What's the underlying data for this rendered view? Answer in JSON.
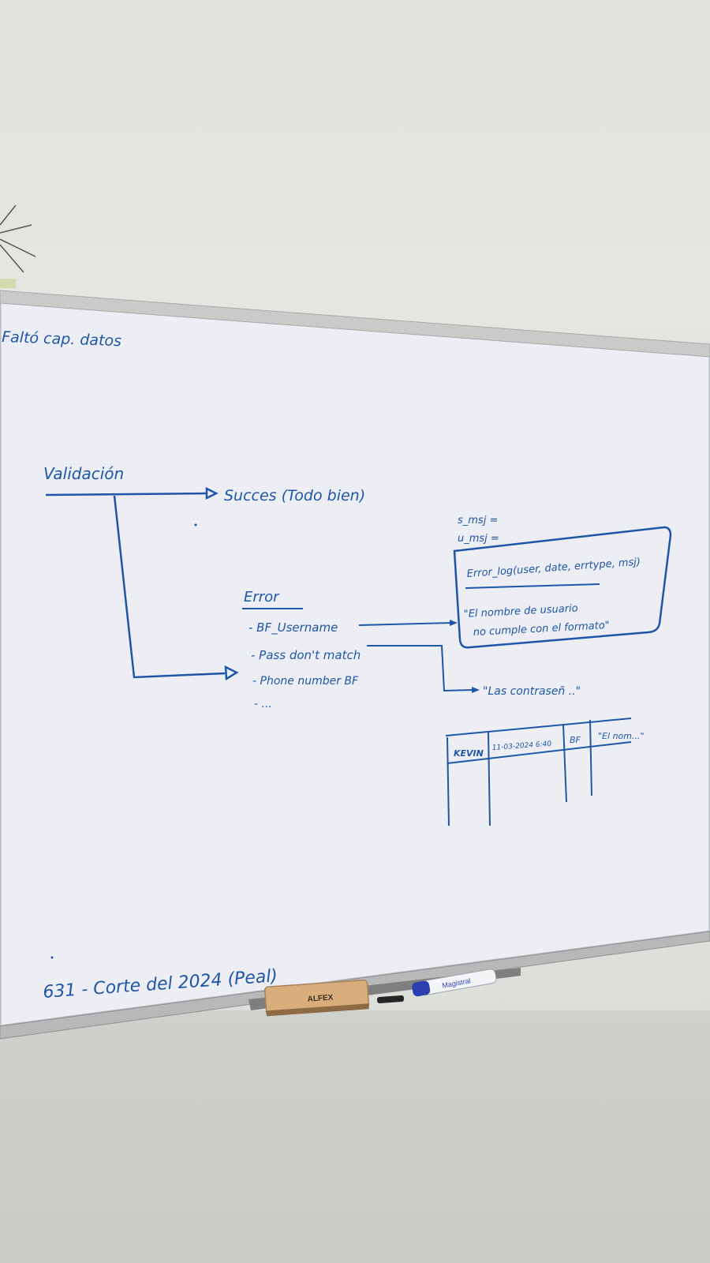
{
  "corner_note": "Faltó cap. datos",
  "flow": {
    "start": "Validación",
    "success": "Succes (Todo bien)",
    "error_title": "Error",
    "errors": [
      "- BF_Username",
      "- Pass don't match",
      "- Phone number BF",
      "- ..."
    ]
  },
  "box": {
    "vars": [
      "s_msj =",
      "u_msj ="
    ],
    "signature": "Error_log(user, date, errtype, msj)",
    "message_line1": "\"El nombre de usuario",
    "message_line2": "no cumple con el formato\""
  },
  "pass_note": "\"Las contraseñ ..\"",
  "table": {
    "cells": [
      "KEVIN",
      "11-03-2024 6:40",
      "BF",
      "\"El nom...\""
    ]
  },
  "bottom_note": "631 - Corte del 2024 (Peal)",
  "eraser_label": "ALFEX",
  "marker_label": "Magistral"
}
